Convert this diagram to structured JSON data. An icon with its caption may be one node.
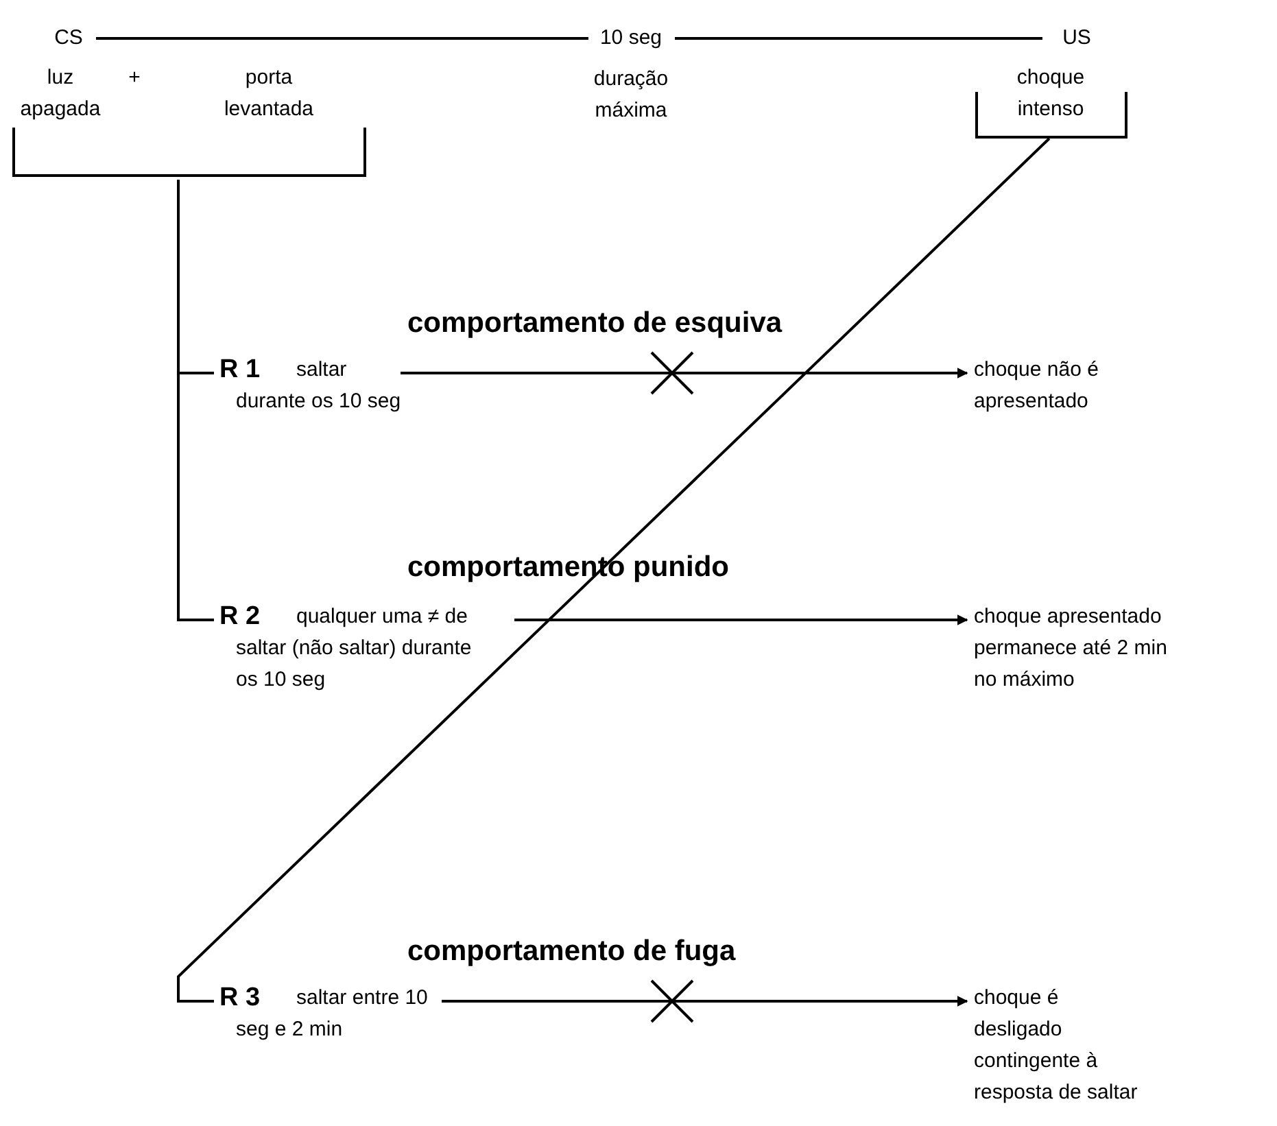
{
  "diagram": {
    "nodes": [
      {
        "text": [
          "CS"
        ]
      },
      {
        "text": [
          "10 seg",
          "duração máxima"
        ]
      },
      {
        "text": [
          "US"
        ]
      },
      {
        "text": [
          "luz apagada",
          "+",
          "porta levantada"
        ]
      },
      {
        "text": [
          "choque intenso"
        ]
      },
      {
        "text": [
          "R 1",
          "saltar durante os 10 seg"
        ],
        "beside": [
          "comportamento de esquiva"
        ]
      },
      {
        "text": [
          "choque não é apresentado"
        ]
      },
      {
        "text": [
          "R 2",
          "qualquer uma ≠ de saltar (não saltar) durante os 10 seg"
        ],
        "beside": [
          "comportamento punido"
        ]
      },
      {
        "text": [
          "choque apresentado permanece até 2 min no máximo"
        ]
      },
      {
        "text": [
          "R 3",
          "saltar entre 10 seg e 2 min"
        ],
        "beside": [
          "comportamento de fuga"
        ]
      },
      {
        "text": [
          "choque é desligado contingente à resposta de saltar"
        ]
      }
    ],
    "edges": [
      {
        "from": 0,
        "to": 1,
        "arrow": "none"
      },
      {
        "from": 1,
        "to": 2,
        "arrow": "none"
      },
      {
        "from": 3,
        "to": 5,
        "arrow": "none"
      },
      {
        "from": 3,
        "to": 7,
        "arrow": "none"
      },
      {
        "from": 4,
        "to": 9,
        "arrow": "none"
      },
      {
        "from": 5,
        "to": 6,
        "arrow": "to"
      },
      {
        "from": 7,
        "to": 8,
        "arrow": "to"
      },
      {
        "from": 9,
        "to": 10,
        "arrow": "to"
      }
    ]
  }
}
